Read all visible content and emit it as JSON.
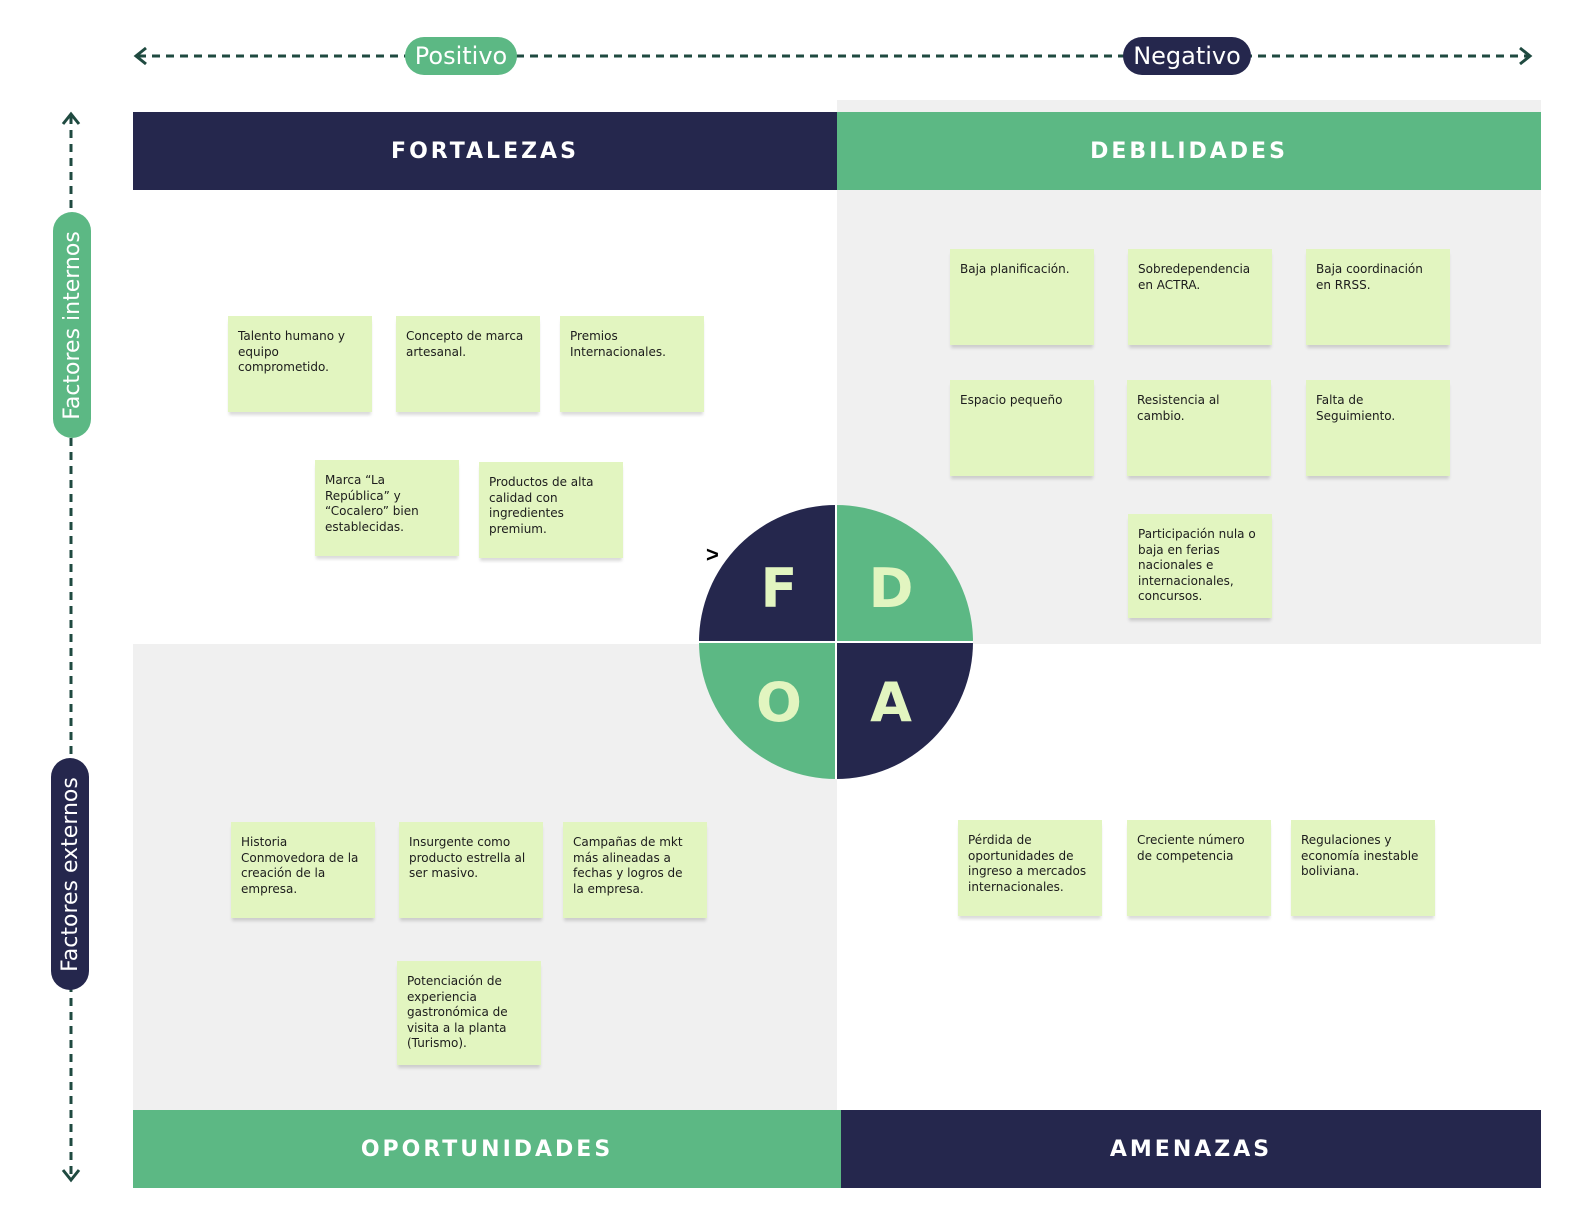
{
  "axis_top": {
    "positive": "Positivo",
    "negative": "Negativo"
  },
  "axis_left": {
    "internal": "Factores internos",
    "external": "Factores externos"
  },
  "quadrants": {
    "fortalezas": {
      "title": "FORTALEZAS",
      "notes": [
        "Talento humano y equipo comprometido.",
        "Concepto de marca artesanal.",
        "Premios Internacionales.",
        "Marca “La República” y “Cocalero” bien establecidas.",
        "Productos de alta calidad con ingredientes premium."
      ]
    },
    "debilidades": {
      "title": "DEBILIDADES",
      "notes": [
        "Baja planificación.",
        "Sobredependencia en ACTRA.",
        "Baja coordinación en RRSS.",
        "Espacio pequeño",
        "Resistencia al cambio.",
        "Falta de Seguimiento.",
        "Participación nula o baja en ferias nacionales e internacionales, concursos."
      ]
    },
    "oportunidades": {
      "title": "OPORTUNIDADES",
      "notes": [
        "Historia Conmovedora de la creación de la empresa.",
        "Insurgente como producto estrella al ser masivo.",
        "Campañas de mkt más alineadas a fechas y logros de la empresa.",
        "Potenciación de experiencia gastronómica de visita a la planta (Turismo)."
      ]
    },
    "amenazas": {
      "title": "AMENAZAS",
      "notes": [
        "Pérdida de oportunidades de ingreso a mercados internacionales.",
        "Creciente número de competencia",
        "Regulaciones y economía inestable boliviana."
      ]
    }
  },
  "circle_letters": {
    "f": "F",
    "d": "D",
    "o": "O",
    "a": "A"
  },
  "colors": {
    "dark": "#25274d",
    "green": "#5cb884",
    "note": "#e2f5c0",
    "letter": "#e2f5c0",
    "gray_bg": "#f0f0f0",
    "axis": "#1f4a40"
  }
}
